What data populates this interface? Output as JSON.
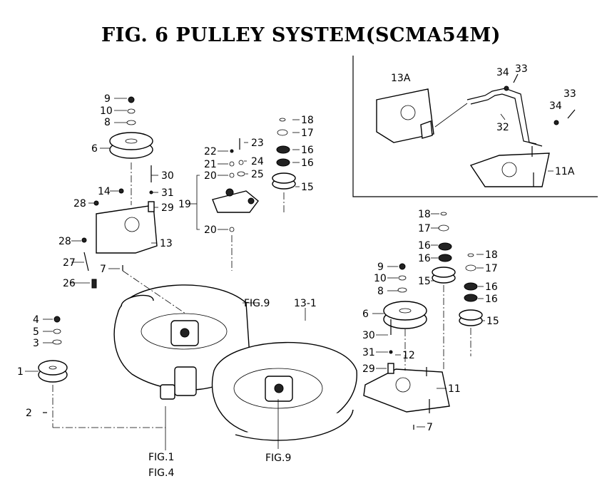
{
  "title": "FIG. 6 PULLEY SYSTEM(SCMA54M)",
  "labels": {
    "l1": "1",
    "l2": "2",
    "l3": "3",
    "l4": "4",
    "l5": "5",
    "l6": "6",
    "l6b": "6",
    "l7": "7",
    "l7b": "7",
    "l8": "8",
    "l8b": "8",
    "l9": "9",
    "l9b": "9",
    "l10": "10",
    "l10b": "10",
    "l11": "11",
    "l11A": "11A",
    "l12": "12",
    "l13": "13",
    "l13A": "13A",
    "l13_1": "13-1",
    "l14": "14",
    "l15": "15",
    "l15b": "15",
    "l15c": "15",
    "l16a": "16",
    "l16b": "16",
    "l16c": "16",
    "l16d": "16",
    "l16e": "16",
    "l16f": "16",
    "l17": "17",
    "l17b": "17",
    "l17c": "17",
    "l18": "18",
    "l18b": "18",
    "l18c": "18",
    "l19": "19",
    "l20a": "20",
    "l20b": "20",
    "l21": "21",
    "l22": "22",
    "l23": "23",
    "l24": "24",
    "l25": "25",
    "l26": "26",
    "l27": "27",
    "l28a": "28",
    "l28b": "28",
    "l29": "29",
    "l29b": "29",
    "l30": "30",
    "l30b": "30",
    "l31": "31",
    "l31b": "31",
    "l32": "32",
    "l33a": "33",
    "l33b": "33",
    "l34a": "34",
    "l34b": "34",
    "fig9a": "FIG.9",
    "fig9b": "FIG.9",
    "fig1": "FIG.1",
    "fig4": "FIG.4"
  }
}
